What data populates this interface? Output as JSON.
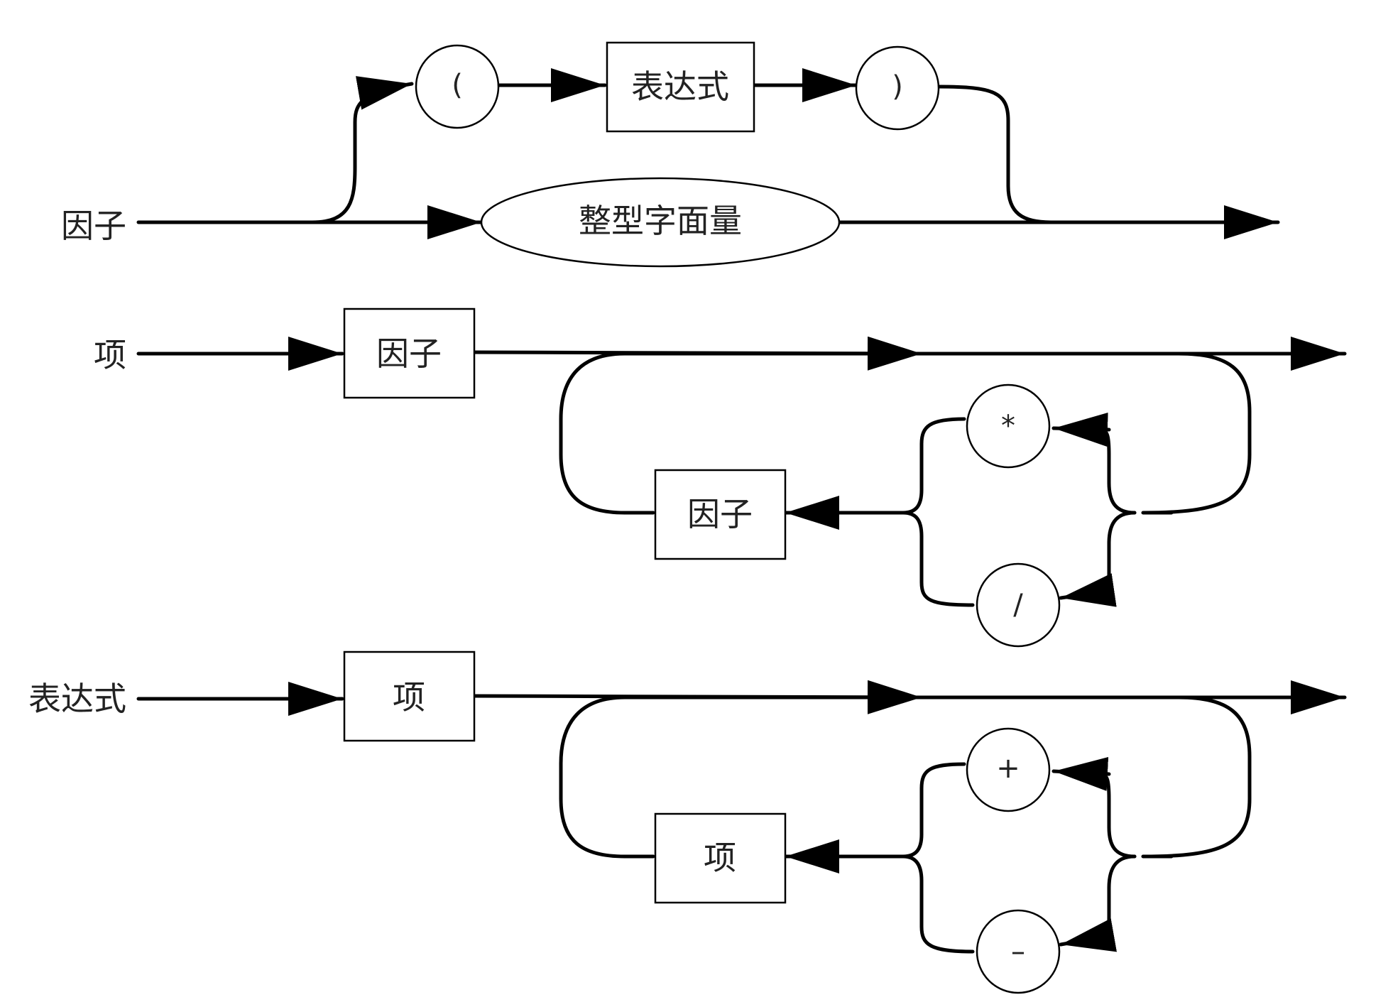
{
  "rules": [
    {
      "name": "因子",
      "terminals": {
        "lparen": "(",
        "rparen": ")"
      },
      "nonterminals": {
        "expr": "表达式",
        "int_literal": "整型字面量"
      }
    },
    {
      "name": "项",
      "first": "因子",
      "operators": {
        "mul": "*",
        "div": "/"
      },
      "repeat": "因子"
    },
    {
      "name": "表达式",
      "first": "项",
      "operators": {
        "add": "+",
        "sub": "–"
      },
      "repeat": "项"
    }
  ]
}
